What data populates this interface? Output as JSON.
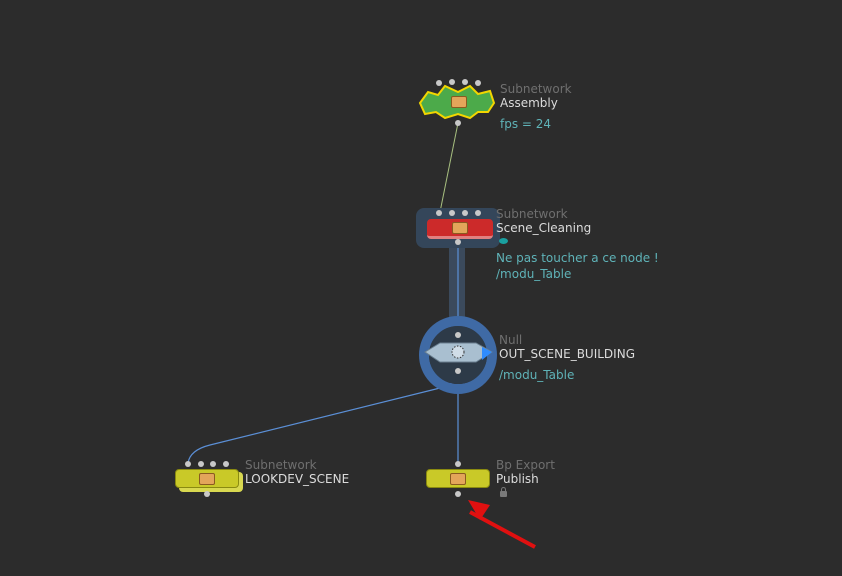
{
  "nodes": [
    {
      "id": "assembly",
      "type": "Subnetwork",
      "name": "Assembly",
      "info": "fps = 24",
      "color": "#4caa4a"
    },
    {
      "id": "scene_cleaning",
      "type": "Subnetwork",
      "name": "Scene_Cleaning",
      "info": "Ne pas toucher a ce node !",
      "path": "/modu_Table",
      "color": "#cc2a2a"
    },
    {
      "id": "out_scene_building",
      "type": "Null",
      "name": "OUT_SCENE_BUILDING",
      "path": "/modu_Table",
      "color": "#9fb6c8"
    },
    {
      "id": "lookdev_scene",
      "type": "Subnetwork",
      "name": "LOOKDEV_SCENE",
      "color": "#c9c928"
    },
    {
      "id": "publish",
      "type": "Bp Export",
      "name": "Publish",
      "color": "#c9c928",
      "locked": true
    }
  ],
  "annotation": {
    "arrow_color": "#e01010"
  }
}
